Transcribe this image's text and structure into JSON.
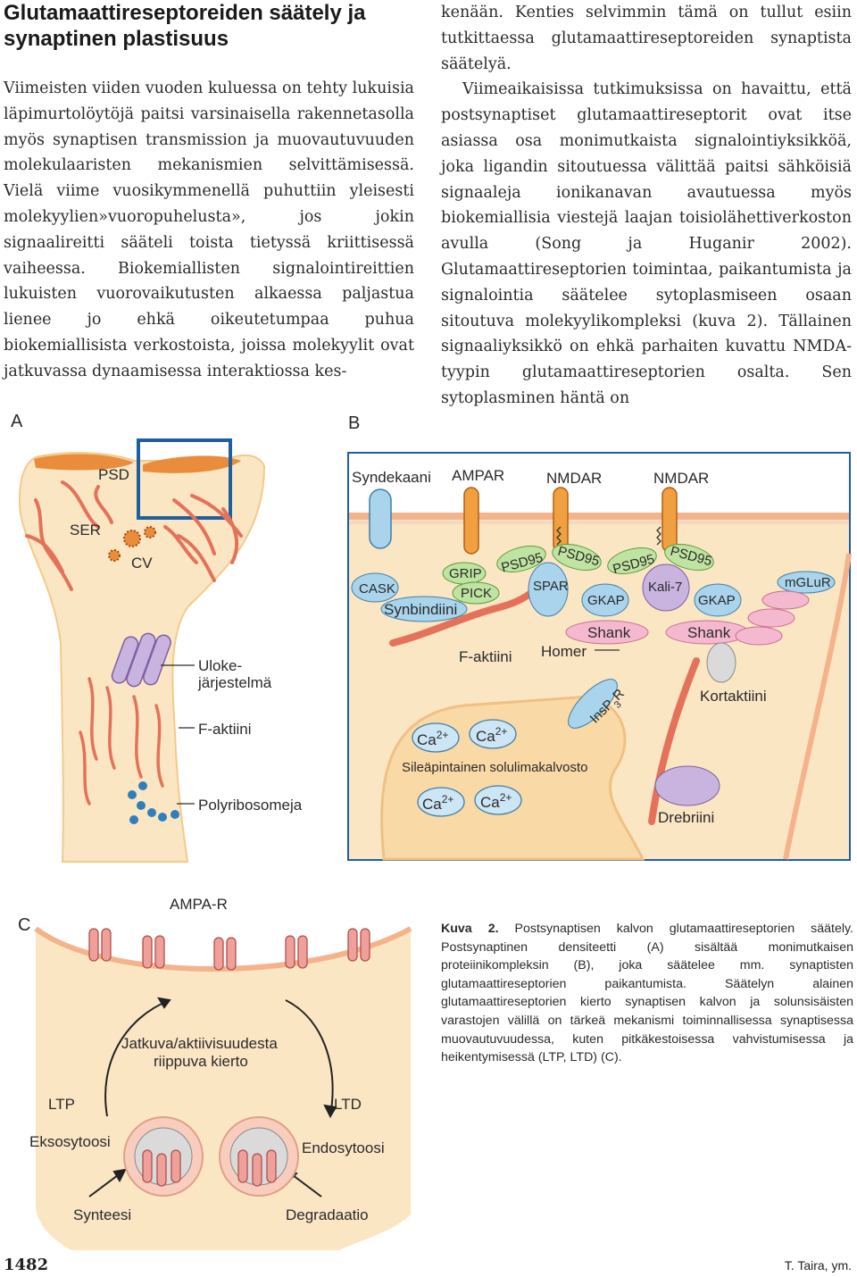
{
  "article": {
    "heading": "Glutamaattireseptoreiden säätely ja synaptinen plastisuus",
    "left_column": "Viimeisten viiden vuoden kuluessa on tehty lukuisia läpimurtolöytöjä paitsi varsinaisella rakennetasolla myös synaptisen transmission ja muovautuvuuden molekulaaristen mekanismien selvittämisessä. Vielä viime vuosikymmenellä puhuttiin yleisesti molekyylien»vuoropuhelusta», jos jokin signaalireitti sääteli toista tietyssä kriittisessä vaiheessa. Biokemiallisten signalointireittien lukuisten vuorovaikutusten alkaessa paljastua lienee jo ehkä oikeutetumpaa puhua biokemiallisista verkostoista, joissa molekyylit ovat jatkuvassa dynaamisessa interaktiossa kes-",
    "right_column_continuation": "kenään. Kenties selvimmin tämä on tullut esiin tutkittaessa glutamaattireseptoreiden synaptista säätelyä.",
    "right_column_paragraph": "Viimeaikaisissa tutkimuksissa on havaittu, että postsynaptiset glutamaattireseptorit ovat itse asiassa osa monimutkaista signalointiyksikköä, joka ligandin sitoutuessa välittää paitsi sähköisiä signaaleja ionikanavan avautuessa myös biokemiallisia viestejä laajan toisiolähettiverkoston avulla (Song ja Huganir 2002). Glutamaattireseptorien toimintaa, paikantumista ja signalointia säätelee sytoplasmiseen osaan sitoutuva molekyylikompleksi (kuva 2). Tällainen signaaliyksikkö on ehkä parhaiten kuvattu NMDA-tyypin glutamaattireseptorien osalta. Sen sytoplasminen häntä on"
  },
  "figure": {
    "panel_a": {
      "letter": "A",
      "psd": "PSD",
      "ser": "SER",
      "cv": "CV",
      "spine_apparatus_1": "Uloke-",
      "spine_apparatus_2": "järjestelmä",
      "f_actin": "F-aktiini",
      "polyribosomes": "Polyribosomeja"
    },
    "panel_b": {
      "letter": "B",
      "syndecan": "Syndekaani",
      "ampar": "AMPAR",
      "nmdar_1": "NMDAR",
      "nmdar_2": "NMDAR",
      "cask": "CASK",
      "grip": "GRIP",
      "pick": "PICK",
      "synbindin": "Synbindiini",
      "psd95_1": "PSD95",
      "psd95_2": "PSD95",
      "psd95_3": "PSD95",
      "psd95_4": "PSD95",
      "spar": "SPAR",
      "gkap_1": "GKAP",
      "gkap_2": "GKAP",
      "kalirin": "Kali-7",
      "mglur": "mGLuR",
      "shank_1": "Shank",
      "shank_2": "Shank",
      "f_actin": "F-aktiini",
      "homer": "Homer",
      "insp3r": "InsP",
      "insp3r_sub": "3",
      "insp3r_end": "R",
      "cortactin": "Kortaktiini",
      "ca": "Ca",
      "ca_charge": "2+",
      "ser_label": "Sileäpintainen solulimakalvosto",
      "drebrin": "Drebriini"
    },
    "panel_c": {
      "letter": "C",
      "ampa_r": "AMPA-R",
      "cycling_1": "Jatkuva/aktiivisuudesta",
      "cycling_2": "riippuva kierto",
      "ltp": "LTP",
      "ltd": "LTD",
      "exocytosis": "Eksosytoosi",
      "endocytosis": "Endosytoosi",
      "synthesis": "Synteesi",
      "degradation": "Degradaatio"
    },
    "colors": {
      "cytoplasm": "#fbe6c4",
      "psd": "#e98d3c",
      "frame_blue": "#1f5fa0",
      "receptor_blue": "#a9d4ec",
      "receptor_orange": "#f0a040",
      "actin_red": "#e4725a",
      "pink_protein": "#f5b9cf",
      "lilac_protein": "#c9b3df",
      "green_psd95": "#bfe3a0"
    }
  },
  "caption": {
    "label": "Kuva 2.",
    "text": "Postsynaptisen kalvon glutamaattireseptorien säätely. Postsynaptinen densiteetti (A) sisältää monimutkaisen proteiinikompleksin (B), joka säätelee mm. synaptisten glutamaattireseptorien paikantumista. Säätelyn alainen glutamaattireseptorien kierto synaptisen kalvon ja solunsisäisten varastojen välillä on tärkeä mekanismi toiminnallisessa synaptisessa muovautuvuudessa, kuten pitkäkestoisessa vahvistumisessa ja heikentymisessä (LTP, LTD) (C)."
  },
  "footer": {
    "page_number": "1482",
    "author": "T. Taira, ym."
  }
}
